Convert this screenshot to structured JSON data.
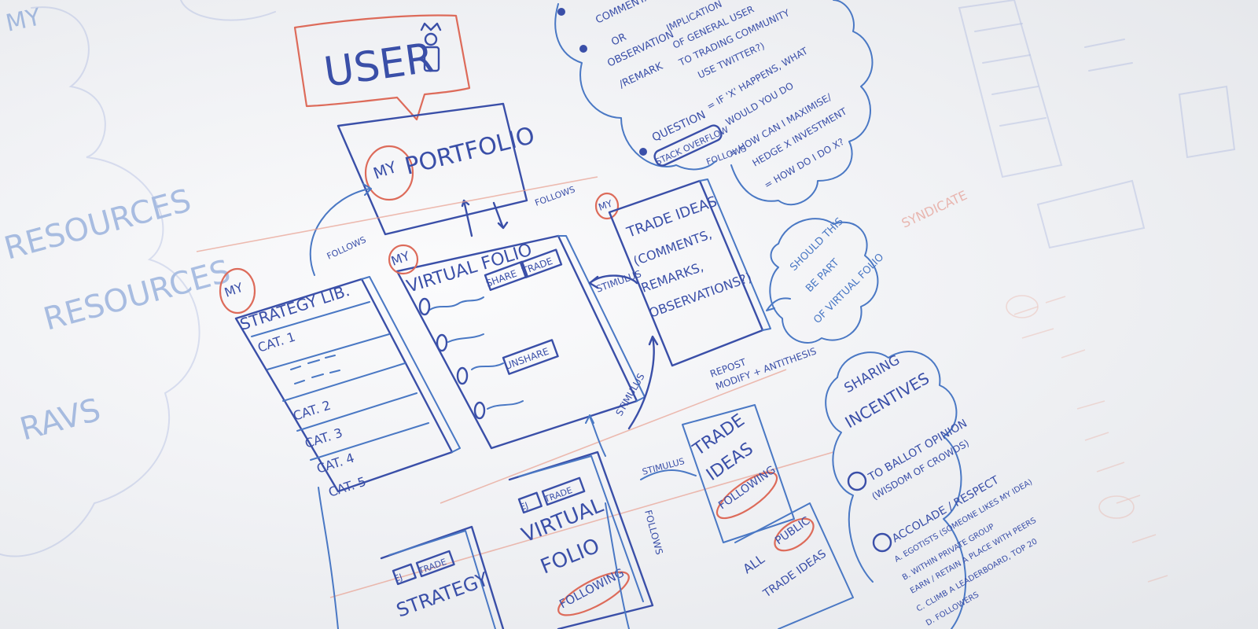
{
  "board": {
    "user_bubble": "USER",
    "portfolio": {
      "my": "MY",
      "title": "PORTFOLIO"
    },
    "virtual_folio": {
      "my": "MY",
      "title": "VIRTUAL FOLIO",
      "tag_share": "SHARE",
      "tag_trade": "TRADE",
      "tag_unshare": "UNSHARE"
    },
    "strategy_lib": {
      "my": "MY",
      "title": "STRATEGY LIB.",
      "cats": [
        "CAT. 1",
        "CAT. 2",
        "CAT. 3",
        "CAT. 4",
        "CAT. 5"
      ]
    },
    "trade_ideas_box": {
      "my": "MY",
      "title": "TRADE IDEAS",
      "sub1": "(COMMENTS,",
      "sub2": "REMARKS,",
      "sub3": "OBSERVATIONS?)"
    },
    "top_notes": {
      "line1": "COMMENTARY",
      "line2": "OR",
      "line3": "OBSERVATION",
      "line4": "/REMARK",
      "impl1": "IMPLICATION",
      "impl2": "OF GENERAL USER",
      "impl3": "TO TRADING COMMUNITY",
      "impl4": "USE TWITTER?)",
      "question": "QUESTION",
      "stack": "STACK OVERFLOW",
      "q1": "= IF 'X' HAPPENS, WHAT",
      "q2": "WOULD YOU DO",
      "q3": "= HOW CAN I MAXIMISE/",
      "q4": "HEDGE X INVESTMENT",
      "q5": "= HOW DO I DO X?"
    },
    "should_cloud": {
      "l1": "SHOULD THIS",
      "l2": "BE PART",
      "l3": "OF VIRTUAL FOLIO"
    },
    "links": {
      "follows_a": "FOLLOWS",
      "follows_b": "FOLLOWS",
      "follows_c": "FOLLOWS",
      "stimulus_a": "STIMULUS",
      "stimulus_b": "STIMULUS",
      "stimulus_c": "STIMULUS",
      "repost": "REPOST",
      "modify": "MODIFY + ANTITHESIS"
    },
    "trade_ideas_following": {
      "t1": "TRADE",
      "t2": "IDEAS",
      "following": "FOLLOWING"
    },
    "all_public": {
      "all": "ALL",
      "public": "PUBLIC",
      "rest": "TRADE IDEAS"
    },
    "virtual_folio_following": {
      "tag1": "EJ",
      "tag2": "TRADE",
      "t1": "VIRTUAL",
      "t2": "FOLIO",
      "following": "FOLLOWING"
    },
    "strategy_bottom": {
      "tag1": "EJ",
      "tag2": "TRADE",
      "title": "STRATEGY"
    },
    "sharing": {
      "title1": "SHARING",
      "title2": "INCENTIVES",
      "i1": "TO BALLOT OPINION",
      "i1b": "(WISDOM OF CROWDS)",
      "i2": "ACCOLADE / RESPECT",
      "i2a": "A. EGOTISTS (SOMEONE LIKES MY IDEA)",
      "i2b": "B. WITHIN PRIVATE GROUP",
      "i2c": "EARN / RETAIN A PLACE WITH PEERS",
      "i2d": "C. CLIMB A LEADERBOARD, TOP 20",
      "i2e": "D. FOLLOWERS"
    },
    "left_cloud": {
      "a": "MY",
      "b": "RESOURCES",
      "c": "RESOURCES",
      "d": "RAVS"
    },
    "syndicate": "SYNDICATE"
  }
}
